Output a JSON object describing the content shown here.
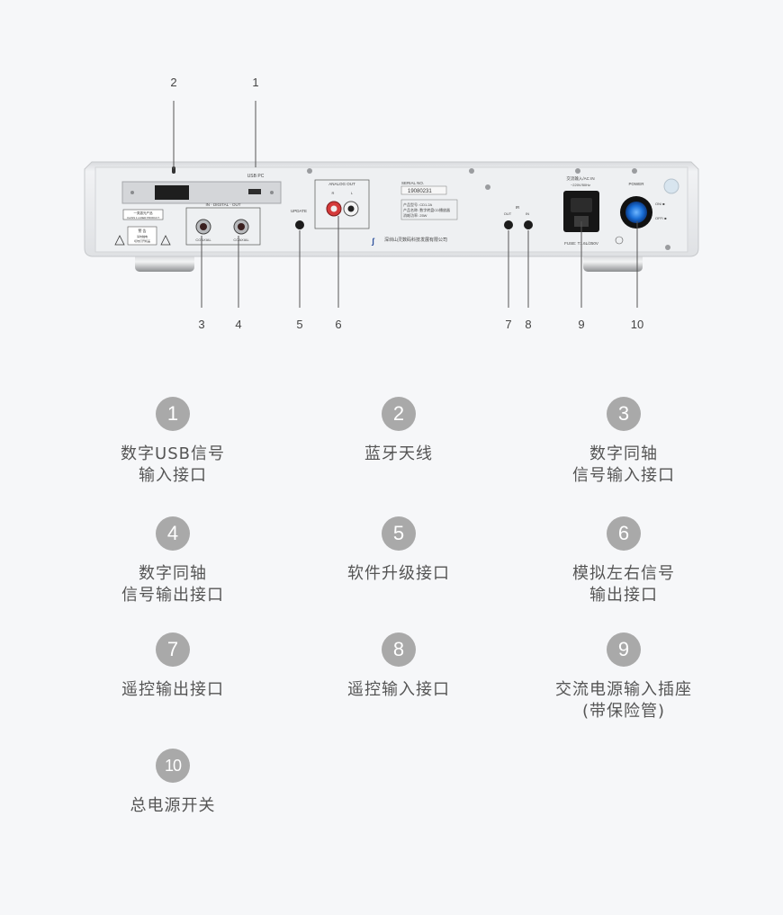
{
  "device": {
    "callouts": [
      "1",
      "2",
      "3",
      "4",
      "5",
      "6",
      "7",
      "8",
      "9",
      "10"
    ],
    "panel_labels": {
      "usb_pc": "USB PC",
      "digital_io": "IN · DIGITAL · OUT",
      "coaxial_left": "COAXIAL",
      "coaxial_right": "COAXIAL",
      "update": "UPDATE",
      "analog_out": "ANALOG OUT",
      "analog_r": "R",
      "analog_l": "L",
      "serial_no_label": "SERIAL NO.",
      "serial_no_value": "19080231",
      "ir": "IR",
      "ir_out": "OUT",
      "ir_in": "IN",
      "ac_in": "交流输入/AC IN",
      "ac_voltage": "~220V/50Hz",
      "fuse": "FUSE: T1.6L/250V",
      "power": "POWER",
      "on": "ON/ ■",
      "off": "OFF/ ■",
      "product_info": [
        "产品型号: CD1.2A",
        "产品名称: 数字转盘CD播放器",
        "消耗功率: 25W"
      ],
      "company": "深圳山灵数码科技发展有限公司",
      "laser_label": "一类激光产品",
      "laser_label_en": "CLASS 1 LASER PRODUCT",
      "warning_title": "警 告",
      "warning_text": [
        "请勿触电",
        "切勿打开机盖"
      ]
    }
  },
  "legend": [
    {
      "num": "1",
      "label": "数字USB信号\n输入接口"
    },
    {
      "num": "2",
      "label": "蓝牙天线"
    },
    {
      "num": "3",
      "label": "数字同轴\n信号输入接口"
    },
    {
      "num": "4",
      "label": "数字同轴\n信号输出接口"
    },
    {
      "num": "5",
      "label": "软件升级接口"
    },
    {
      "num": "6",
      "label": "模拟左右信号\n输出接口"
    },
    {
      "num": "7",
      "label": "遥控输出接口"
    },
    {
      "num": "8",
      "label": "遥控输入接口"
    },
    {
      "num": "9",
      "label": "交流电源输入插座\n(带保险管)"
    },
    {
      "num": "10",
      "label": "总电源开关"
    }
  ],
  "colors": {
    "badge": "#a9a9a9",
    "panel": "#e4e6e9",
    "background": "#f6f7f9"
  }
}
